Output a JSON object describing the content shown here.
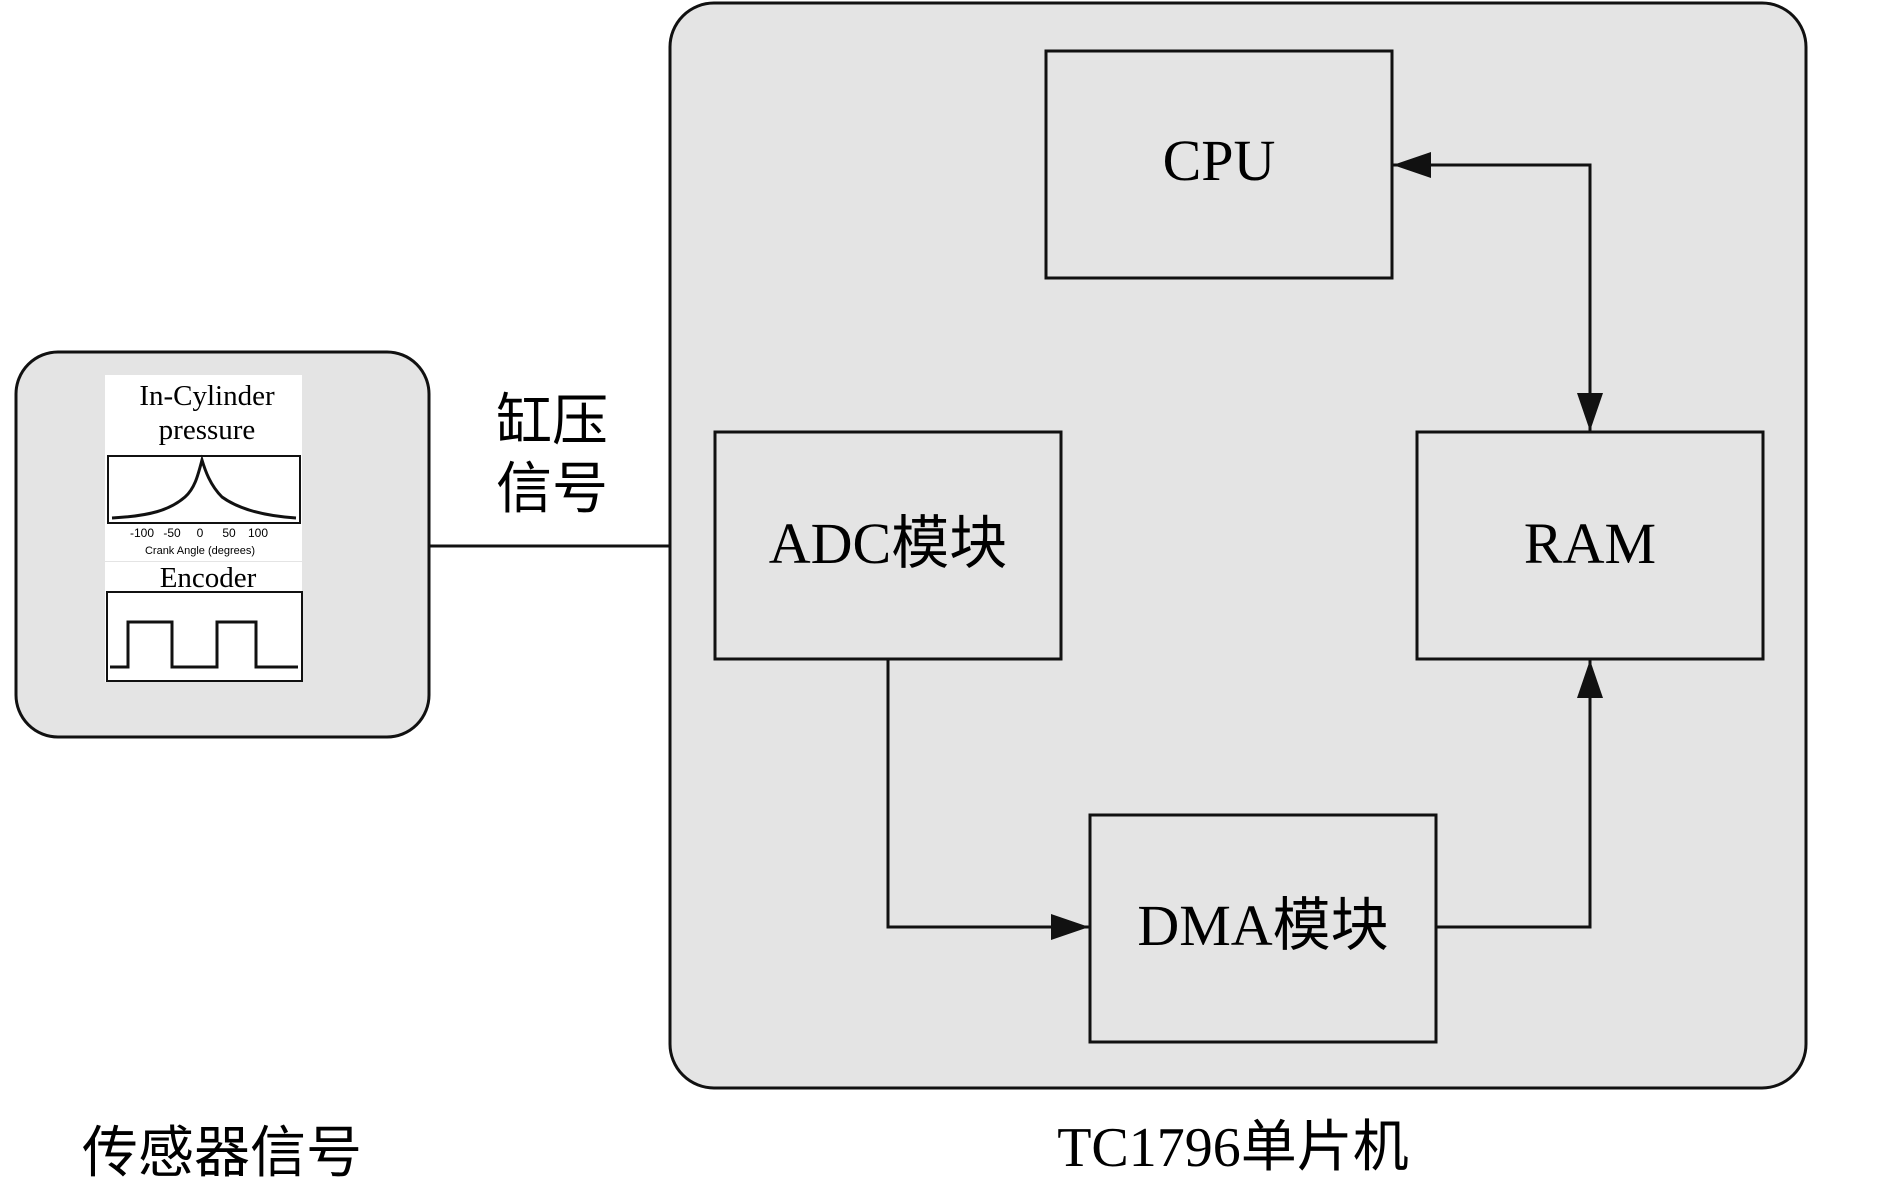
{
  "sensor_panel": {
    "pressure_title_line1": "In-Cylinder",
    "pressure_title_line2": "pressure",
    "pressure_ticks": [
      "-100",
      "-50",
      "0",
      "50",
      "100"
    ],
    "pressure_axis_label": "Crank Angle (degrees)",
    "encoder_title": "Encoder",
    "caption": "传感器信号"
  },
  "signal_label": {
    "line1": "缸压",
    "line2": "信号"
  },
  "mcu": {
    "caption": "TC1796单片机",
    "cpu_label": "CPU",
    "adc_label": "ADC模块",
    "ram_label": "RAM",
    "dma_label": "DMA模块"
  },
  "colors": {
    "panel_fill": "#e4e4e4",
    "stroke": "#111111",
    "background": "#ffffff"
  }
}
